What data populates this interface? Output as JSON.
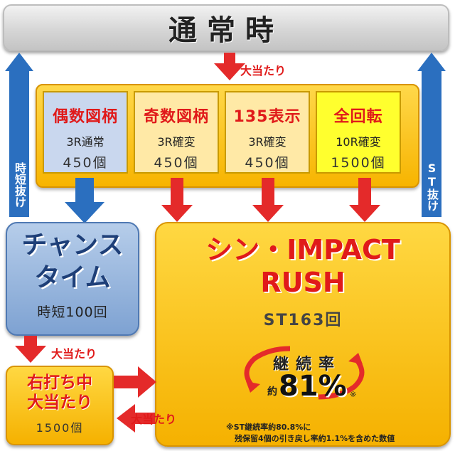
{
  "top_state": {
    "label": "通常時"
  },
  "arrow_labels": {
    "top_hit": "大当たり",
    "chance_hit": "大当たり",
    "rush_return_hit": "大当たり",
    "left_return": "時短抜け",
    "right_return": "ST抜け"
  },
  "patterns": [
    {
      "name": "偶数図柄",
      "desc": "3R通常",
      "count": "450個"
    },
    {
      "name": "奇数図柄",
      "desc": "3R確変",
      "count": "450個"
    },
    {
      "name": "135表示",
      "desc": "3R確変",
      "count": "450個"
    },
    {
      "name": "全回転",
      "desc": "10R確変",
      "count": "1500個"
    }
  ],
  "chance_time": {
    "title_line1": "チャンス",
    "title_line2": "タイム",
    "sub": "時短100回"
  },
  "rush": {
    "title_line1": "シン・IMPACT",
    "title_line2": "RUSH",
    "st": "ST163回",
    "rate_label": "継続率",
    "rate_prefix": "約",
    "rate_value": "81%",
    "rate_mark": "※",
    "note_line1": "※ST継続率約80.8%に",
    "note_line2": "残保留4個の引き戻し率約1.1%を含めた数値"
  },
  "right_hit": {
    "title_line1": "右打ち中",
    "title_line2": "大当たり",
    "count": "1500個"
  },
  "colors": {
    "red": "#e01a1a",
    "blue": "#2b6fbf",
    "gold": "#f7b400",
    "gray": "#d6d6d6"
  }
}
